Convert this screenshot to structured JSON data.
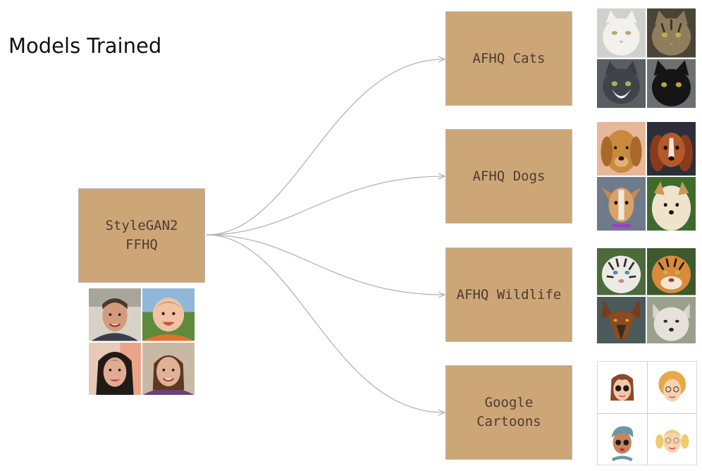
{
  "title": "Models Trained",
  "source": {
    "line1": "StyleGAN2",
    "line2": "FFHQ"
  },
  "targets": [
    {
      "line1": "AFHQ Cats",
      "line2": ""
    },
    {
      "line1": "AFHQ Dogs",
      "line2": ""
    },
    {
      "line1": "AFHQ Wildlife",
      "line2": ""
    },
    {
      "line1": "Google",
      "line2": "Cartoons"
    }
  ],
  "colors": {
    "box_fill": "#cda677",
    "box_text": "#4e3c2e",
    "arrow": "#b4b4b4"
  }
}
